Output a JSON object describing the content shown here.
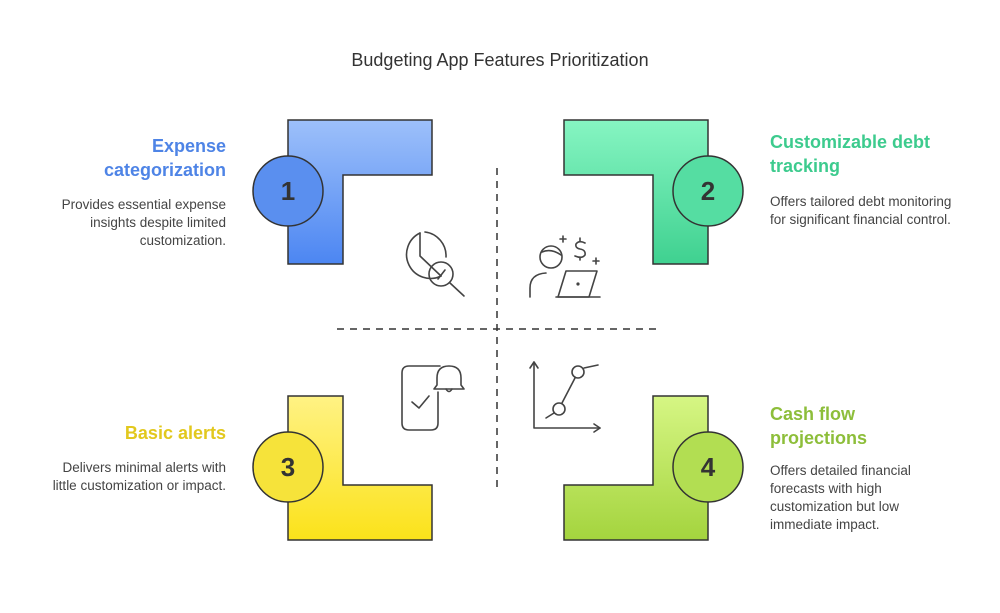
{
  "title": "Budgeting App Features Prioritization",
  "quadrants": [
    {
      "number": "1",
      "heading": "Expense categorization",
      "description": "Provides essential expense insights despite limited customization.",
      "color": "#4E84E6",
      "icon": "pie-chart-magnifier-icon"
    },
    {
      "number": "2",
      "heading": "Customizable debt tracking",
      "description": "Offers tailored debt monitoring for significant financial control.",
      "color": "#3DCB8E",
      "icon": "person-laptop-dollar-icon"
    },
    {
      "number": "3",
      "heading": "Basic alerts",
      "description": "Delivers minimal alerts with little customization or impact.",
      "color": "#E2C81E",
      "icon": "phone-bell-check-icon"
    },
    {
      "number": "4",
      "heading": "Cash flow projections",
      "description": "Offers detailed financial forecasts with high customization but low immediate impact.",
      "color": "#8DBE3A",
      "icon": "line-graph-icon"
    }
  ]
}
